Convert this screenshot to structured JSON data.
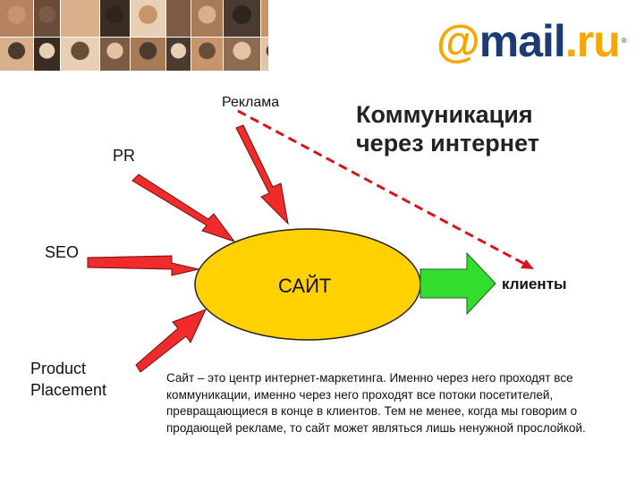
{
  "logo": {
    "at": "@",
    "word": "mail",
    "dot": ".",
    "tld": "ru",
    "registered": "®"
  },
  "diagram": {
    "title": "Коммуникация\nчерез интернет",
    "center": "САЙТ",
    "inputs": [
      "Реклама",
      "PR",
      "SEO",
      "Product\nPlacement"
    ],
    "output": "клиенты"
  },
  "description": "Сайт – это центр интернет-маркетинга. Именно через него проходят все коммуникации, именно через него проходят все потоки посетителей, превращающиеся в конце в клиентов. Тем не менее, когда мы говорим о продающей рекламе, то сайт может являться лишь ненужной прослойкой.",
  "colors": {
    "ellipse_fill": "#ffd100",
    "input_arrow_fill": "#ef2b2b",
    "output_arrow_fill": "#33dd2e",
    "dashed_line": "#d8141b",
    "brand_orange": "#f7a700",
    "brand_blue": "#1d3b73"
  }
}
